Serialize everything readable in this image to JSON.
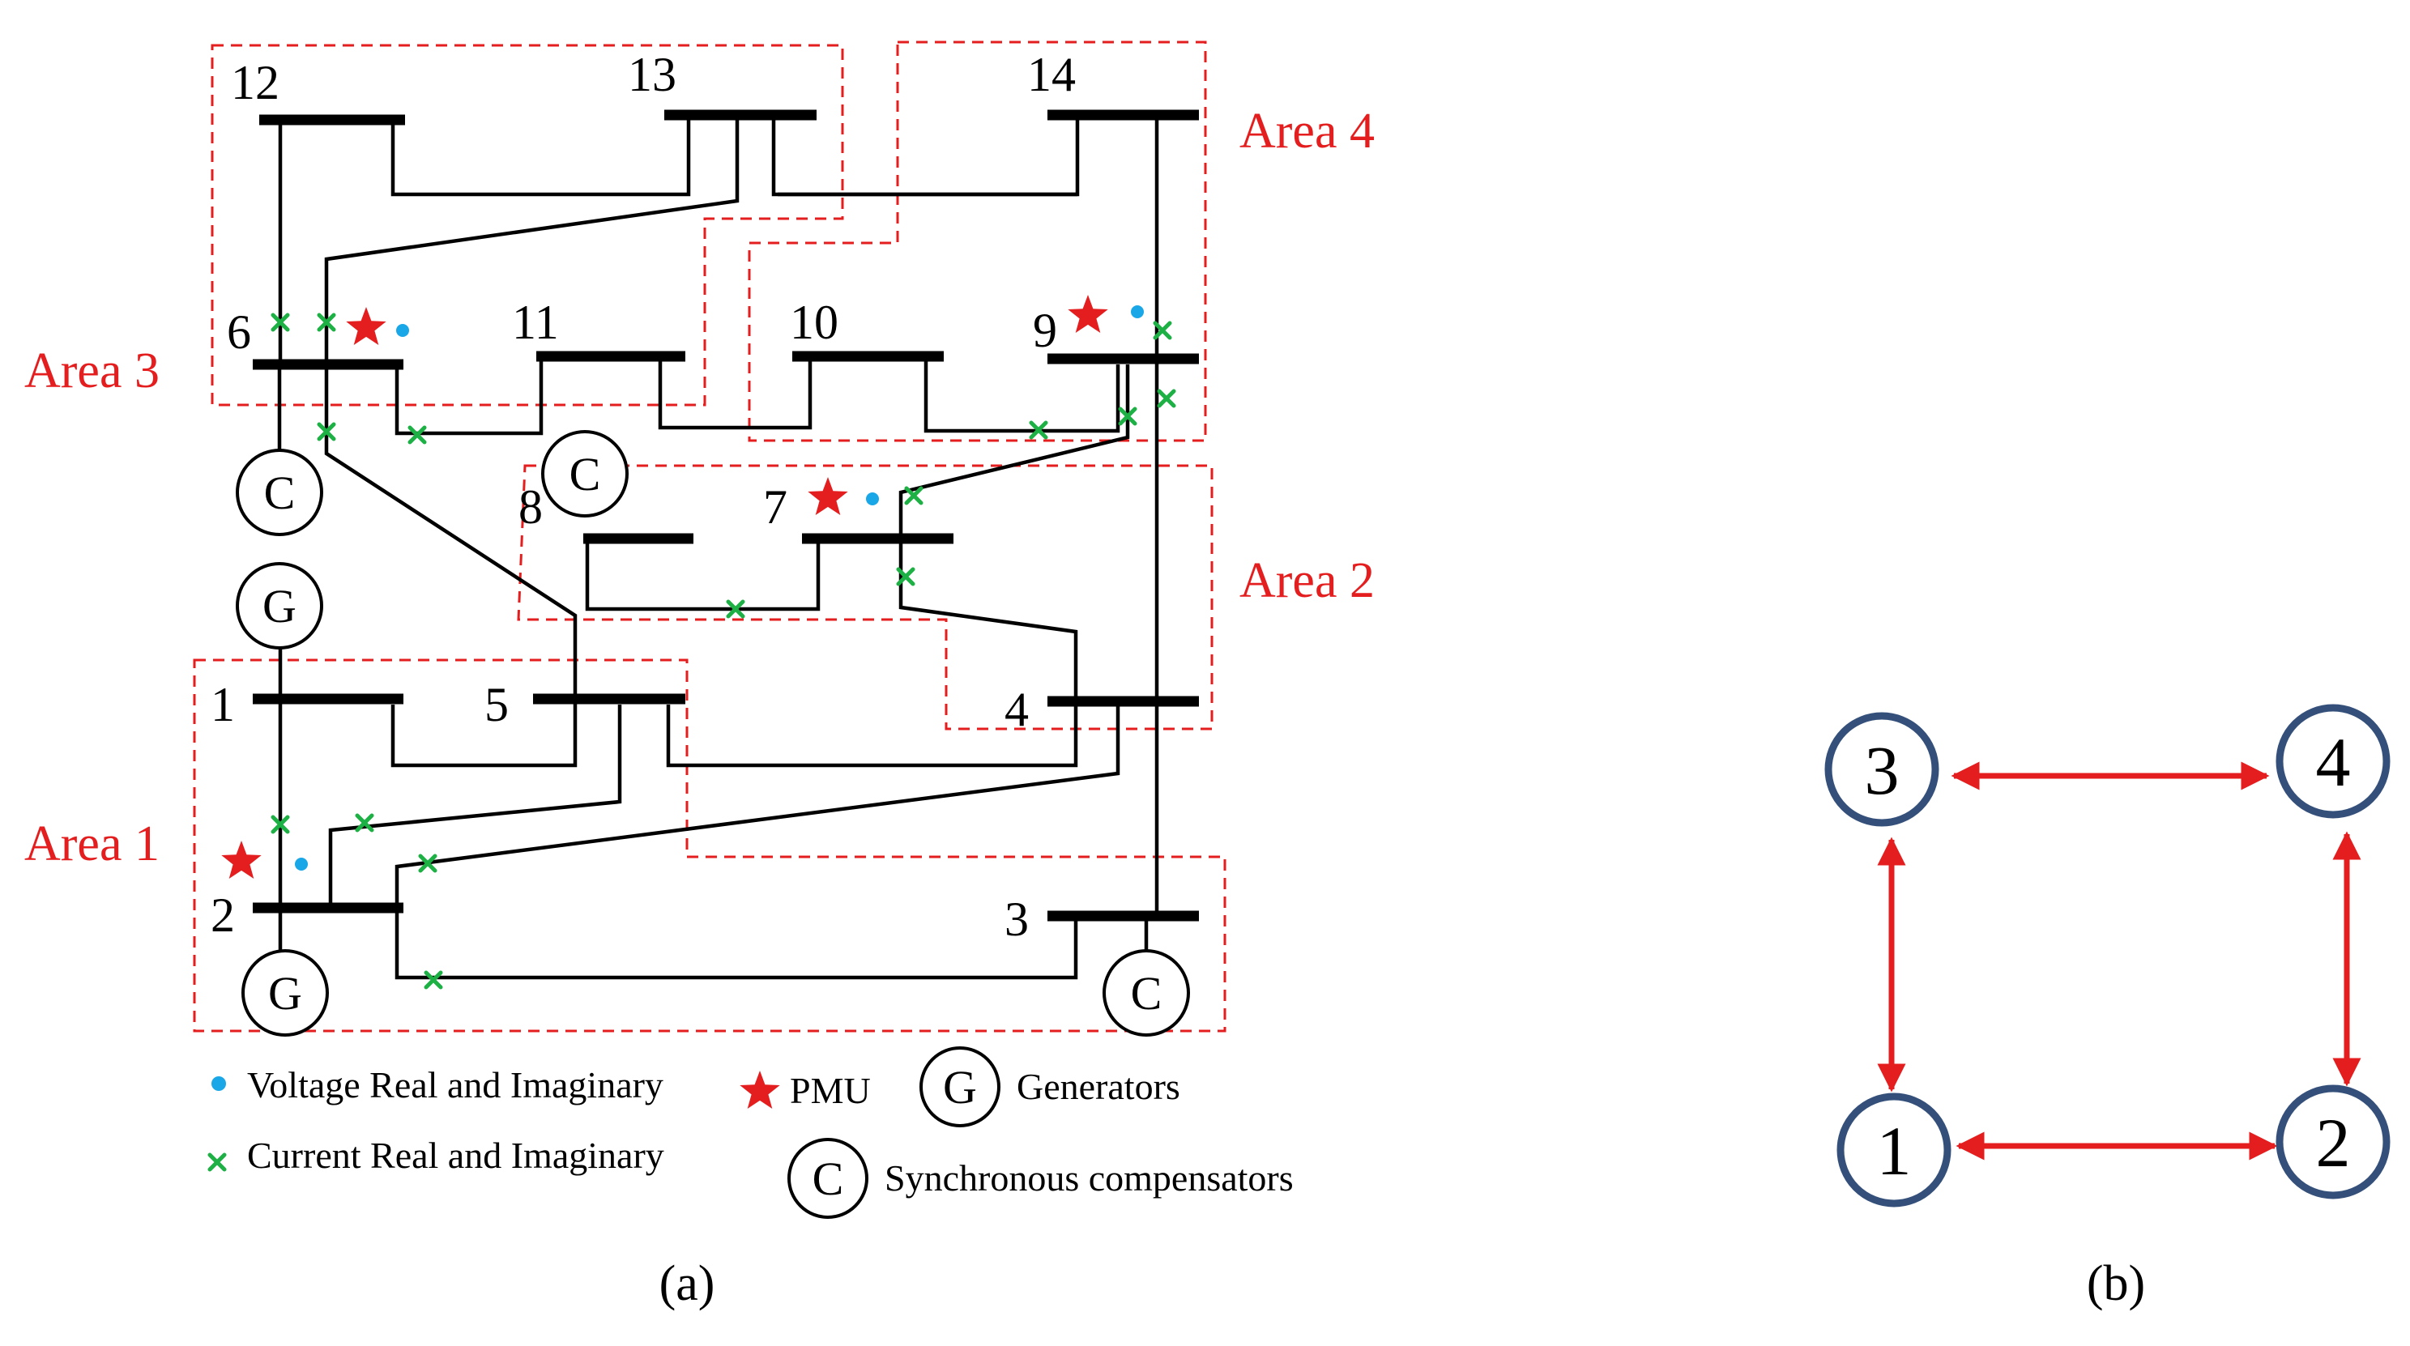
{
  "colors": {
    "area": "#e41e1e",
    "pmu": "#e41e1e",
    "voltage": "#1aa7e8",
    "current": "#1db045",
    "arrow": "#e41e1e",
    "node_stroke": "#34507a"
  },
  "buses": [
    "1",
    "2",
    "3",
    "4",
    "5",
    "6",
    "7",
    "8",
    "9",
    "10",
    "11",
    "12",
    "13",
    "14"
  ],
  "areas": [
    "Area 1",
    "Area 2",
    "Area 3",
    "Area 4"
  ],
  "machines": {
    "generator": "G",
    "compensator": "C"
  },
  "legend": {
    "voltage": "Voltage Real and Imaginary",
    "current": "Current Real and Imaginary",
    "pmu": "PMU",
    "generators": "Generators",
    "compensators": "Synchronous compensators"
  },
  "captions": {
    "a": "(a)",
    "b": "(b)"
  },
  "area_graph": {
    "nodes": [
      "1",
      "2",
      "3",
      "4"
    ],
    "edges": [
      [
        "3",
        "4"
      ],
      [
        "1",
        "2"
      ],
      [
        "3",
        "1"
      ],
      [
        "4",
        "2"
      ]
    ]
  }
}
